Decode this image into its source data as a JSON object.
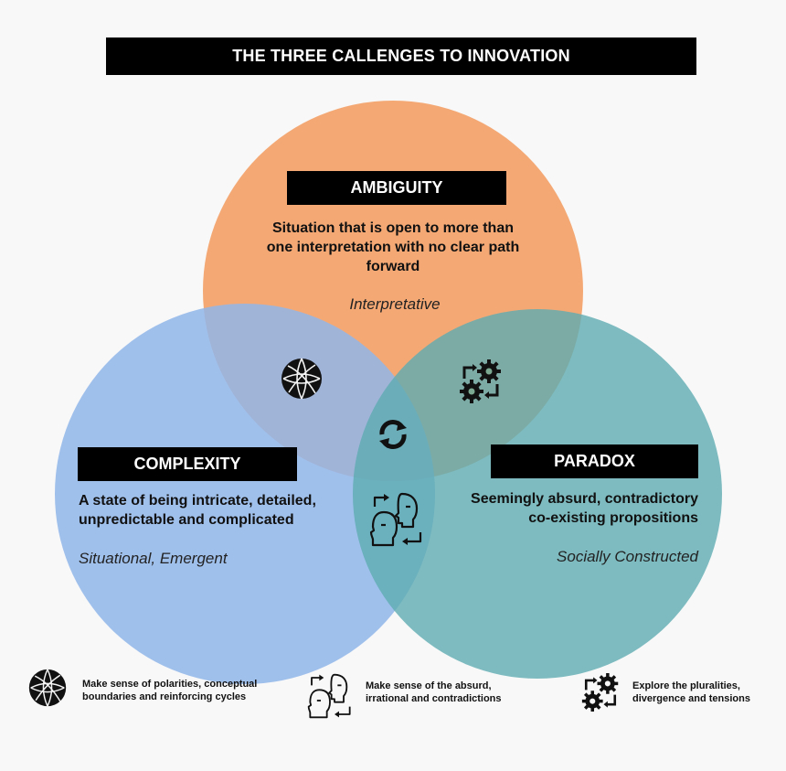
{
  "title": "THE THREE CALLENGES TO INNOVATION",
  "circles": {
    "ambiguity": {
      "label": "AMBIGUITY",
      "description": [
        "Situation that is open to more than",
        "one interpretation with no clear path",
        "forward"
      ],
      "tag": "Interpretative",
      "color": "#f3a46e"
    },
    "complexity": {
      "label": "COMPLEXITY",
      "description": [
        "A state of being intricate, detailed,",
        "unpredictable and complicated"
      ],
      "tag": "Situational, Emergent",
      "color": "#94b8e8"
    },
    "paradox": {
      "label": "PARADOX",
      "description": [
        "Seemingly absurd, contradictory",
        "co-existing propositions"
      ],
      "tag": "Socially Constructed",
      "color": "#72b4bd"
    }
  },
  "legend": [
    {
      "icon": "globe-icon",
      "text": [
        "Make sense of polarities, conceptual",
        "boundaries and reinforcing cycles"
      ]
    },
    {
      "icon": "faces-icon",
      "text": [
        "Make sense of the absurd,",
        "irrational and contradictions"
      ]
    },
    {
      "icon": "gears-icon",
      "text": [
        "Explore the pluralities,",
        "divergence and tensions"
      ]
    }
  ]
}
